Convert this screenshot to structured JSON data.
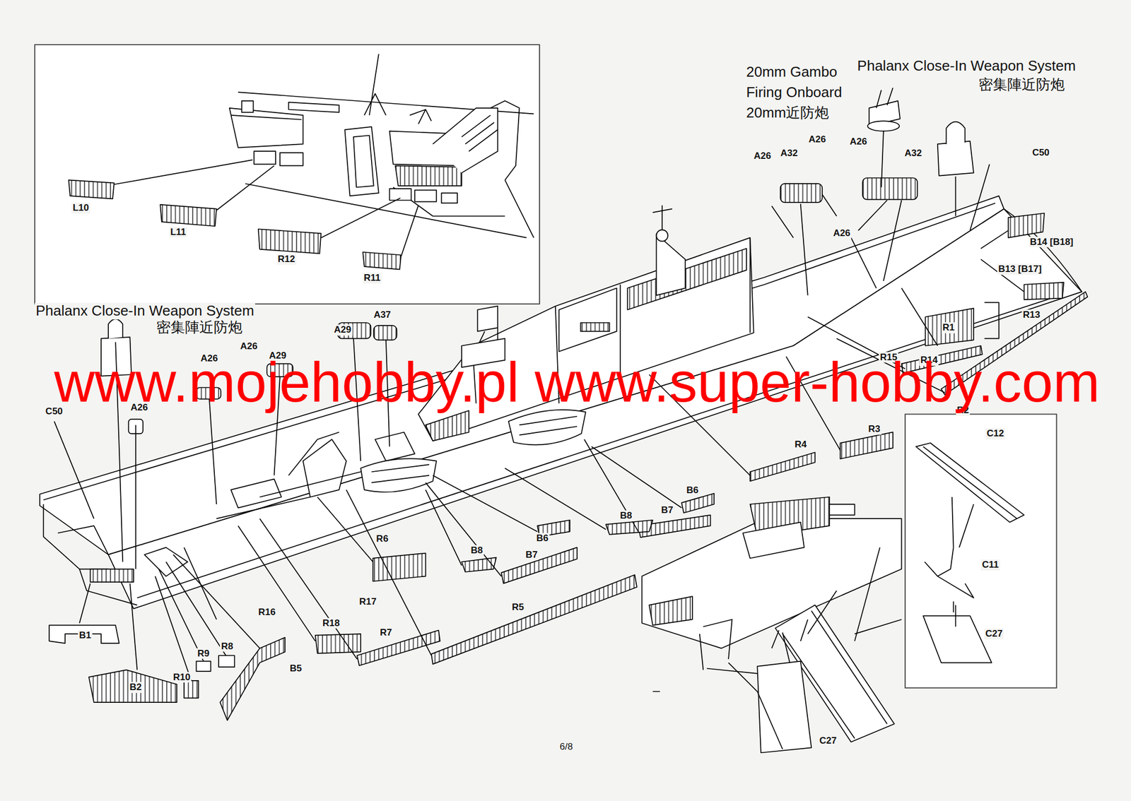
{
  "diagram": {
    "labels": [
      "20mm Gambo Firing Onboard",
      "Phalanx Close-In Weapon System",
      "密集陣近防炮",
      "20mm近防炮",
      "A26",
      "A32",
      "A26",
      "A26",
      "A32",
      "C50",
      "L10",
      "A26",
      "L11",
      "B14 [B18]",
      "R12",
      "B13 [B17]",
      "R11",
      "Phalanx Close-In Weapon System",
      "A37",
      "R13",
      "密集陣近防炮",
      "R1",
      "A29",
      "A26",
      "A29",
      "R14",
      "R15",
      "A26",
      "www.mojehobby.pl www.super-hobby.com",
      "R2",
      "A26",
      "C50",
      "R3",
      "C12",
      "R4",
      "B6",
      "B7",
      "B8",
      "B6",
      "R6",
      "B8",
      "B7",
      "C11",
      "R17",
      "R5",
      "R16",
      "R18",
      "R7",
      "C27",
      "B1",
      "R8",
      "R9",
      "B5",
      "R10",
      "B2",
      "C27",
      "6/8"
    ]
  }
}
